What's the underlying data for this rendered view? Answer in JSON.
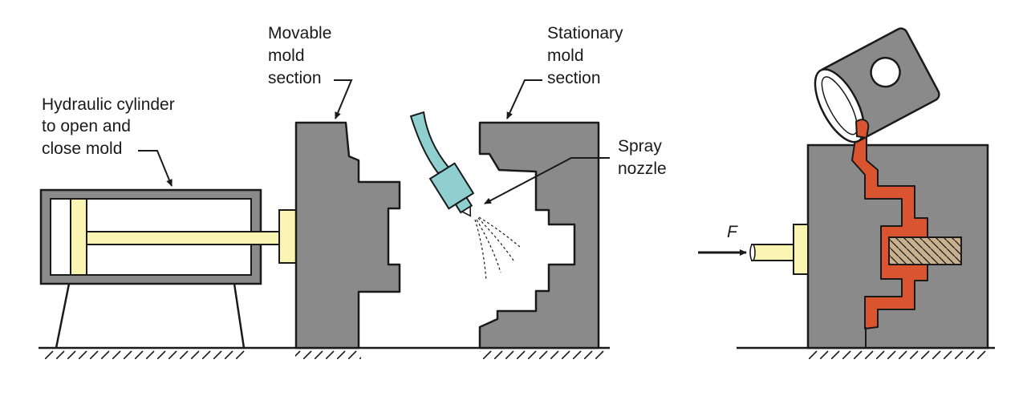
{
  "labels": {
    "hydraulic_cylinder": [
      "Hydraulic cylinder",
      "to open and",
      "close mold"
    ],
    "movable_mold": [
      "Movable",
      "mold",
      "section"
    ],
    "stationary_mold": [
      "Stationary",
      "mold",
      "section"
    ],
    "spray_nozzle": [
      "Spray",
      "nozzle"
    ],
    "force": "F"
  },
  "colors": {
    "mold_gray": "#8a8a8a",
    "cylinder_yellow": "#fbf5b3",
    "nozzle_teal": "#8fcfd0",
    "molten_metal": "#d9542f",
    "core_tan": "#c9b08e",
    "outline": "#1a1a1a"
  }
}
